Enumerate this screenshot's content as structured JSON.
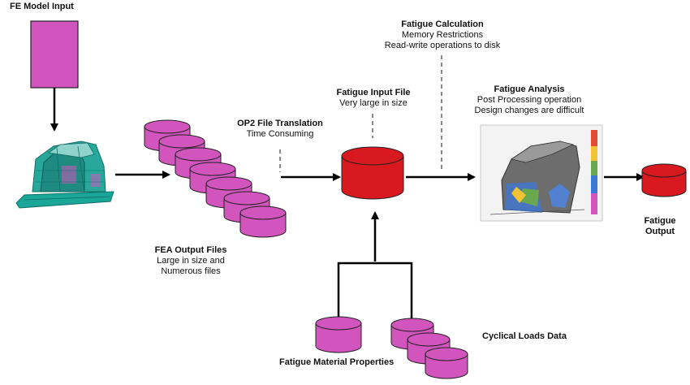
{
  "colors": {
    "magenta": "#d255bd",
    "magenta_dark": "#9a2d86",
    "red": "#d8191f",
    "red_dark": "#9e1016",
    "teal": "#1f9c8f",
    "dashed": "#8a8a8a",
    "arrow": "#000000"
  },
  "labels": {
    "fe_model_input": "FE Model Input",
    "fea_output_title": "FEA Output Files",
    "fea_output_desc": "Large in size and Numerous files",
    "op2_title": "OP2 File Translation",
    "op2_desc": "Time Consuming",
    "fatigue_input_title": "Fatigue Input File",
    "fatigue_input_desc": "Very large in size",
    "fatigue_calc_title": "Fatigue Calculation",
    "fatigue_calc_desc1": "Memory Restrictions",
    "fatigue_calc_desc2": "Read-write operations to disk",
    "fatigue_analysis_title": "Fatigue Analysis",
    "fatigue_analysis_desc1": "Post Processing operation",
    "fatigue_analysis_desc2": "Design changes are difficult",
    "fatigue_output_line1": "Fatigue",
    "fatigue_output_line2": "Output",
    "material_props": "Fatigue Material Properties",
    "cyclical_loads": "Cyclical Loads Data"
  },
  "icons": {
    "fe_model": "cab-mesh-model",
    "fatigue_result": "cab-fatigue-contour-plot",
    "database": "cylinder-database"
  }
}
